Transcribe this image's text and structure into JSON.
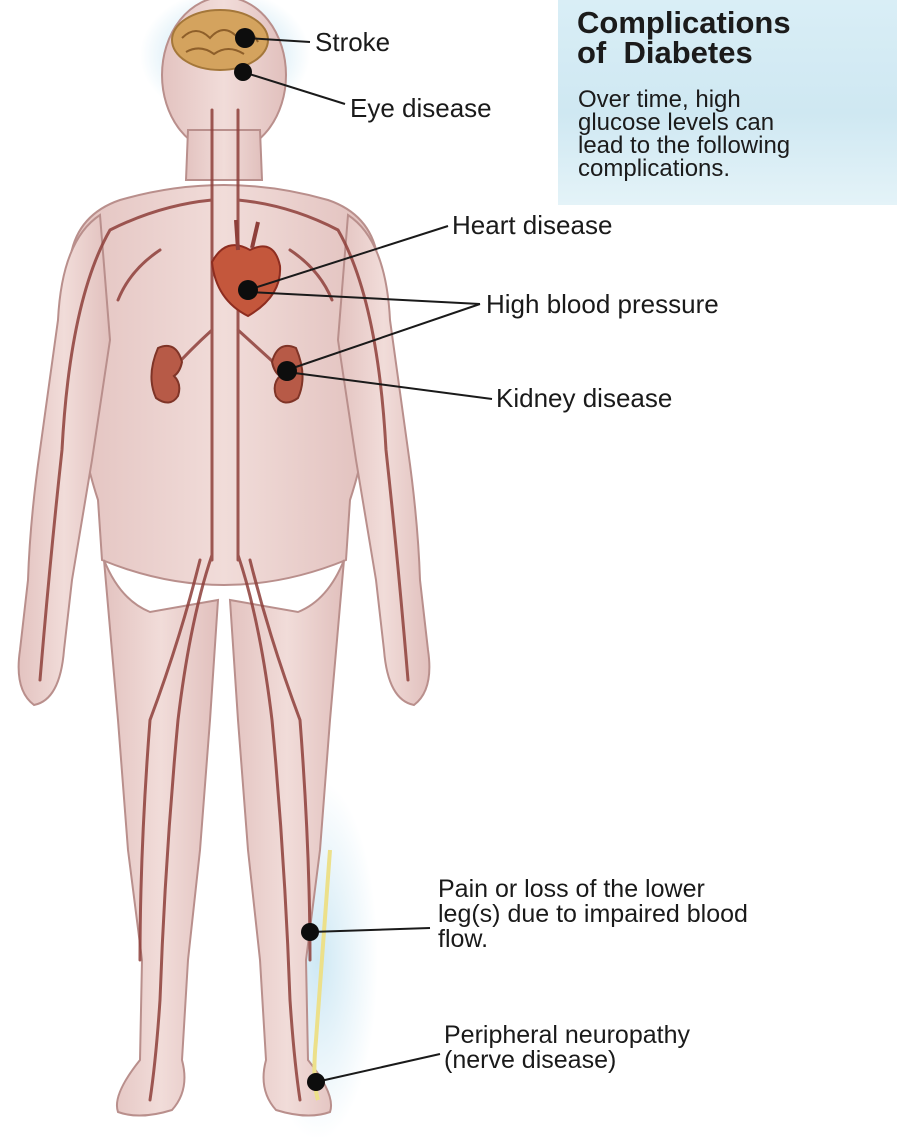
{
  "header": {
    "title_line1": "Complications",
    "title_line2": "of  Diabetes",
    "body_line1": "Over time, high",
    "body_line2": "glucose levels can",
    "body_line3": "lead to the following",
    "body_line4": "complications."
  },
  "labels": {
    "stroke": "Stroke",
    "eye": "Eye disease",
    "heart": "Heart disease",
    "bp": "High blood pressure",
    "kidney": "Kidney disease",
    "legs_line1": "Pain or loss of the lower",
    "legs_line2": "leg(s) due to impaired blood",
    "legs_line3": "flow.",
    "neuro_line1": "Peripheral neuropathy",
    "neuro_line2": "(nerve disease)"
  },
  "colors": {
    "body_fill": "#ecd2cf",
    "body_outline": "#b98f8c",
    "vessel": "#8e3f3a",
    "glow": "#9fd2ea",
    "organ": "#c4573c",
    "nerve": "#ece08a",
    "info_bg": "#d4ebf4",
    "marker": "#0d0d0d"
  }
}
